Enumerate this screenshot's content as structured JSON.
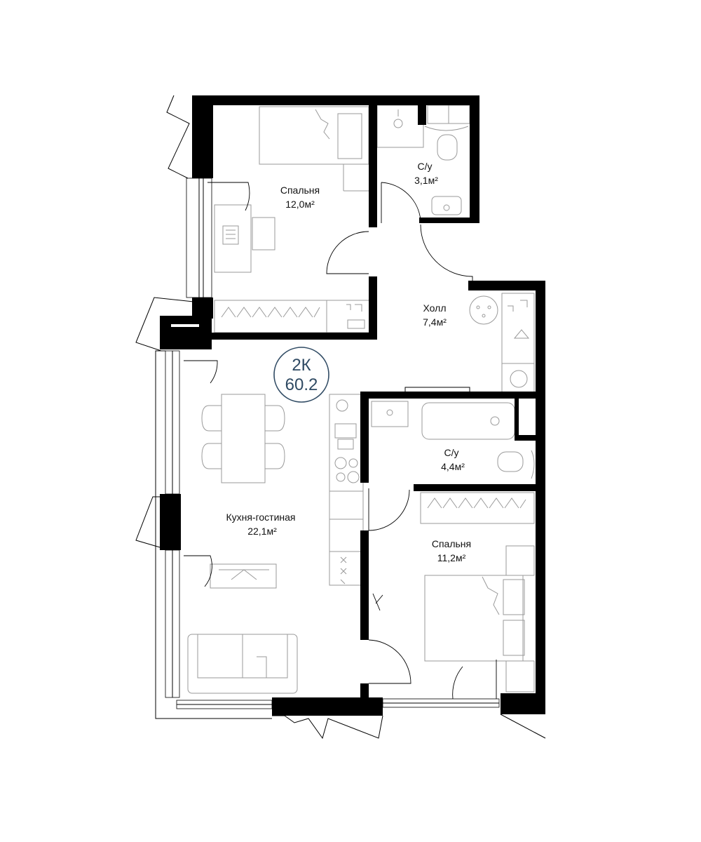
{
  "badge": {
    "type": "2К",
    "area": "60.2",
    "color": "#2f4a63"
  },
  "rooms": [
    {
      "name": "Спальня",
      "area": "12,0м²"
    },
    {
      "name": "С/у",
      "area": "3,1м²"
    },
    {
      "name": "Холл",
      "area": "7,4м²"
    },
    {
      "name": "Кухня-гостиная",
      "area": "22,1м²"
    },
    {
      "name": "С/у",
      "area": "4,4м²"
    },
    {
      "name": "Спальня",
      "area": "11,2м²"
    }
  ],
  "colors": {
    "wall": "#000000",
    "furniture": "#9a9a9a"
  }
}
